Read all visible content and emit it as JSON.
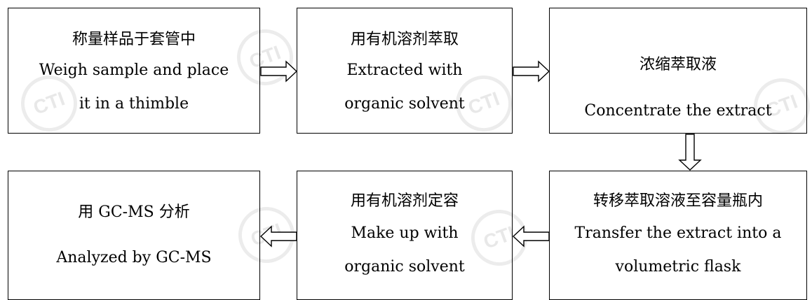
{
  "flowchart": {
    "steps": [
      {
        "zh": "称量样品于套管中",
        "en1": "Weigh sample and place",
        "en2": "it in a thimble"
      },
      {
        "zh": "用有机溶剂萃取",
        "en1": "Extracted with",
        "en2": "organic solvent"
      },
      {
        "zh": "浓缩萃取液",
        "en1": "Concentrate the extract"
      },
      {
        "zh": "转移萃取溶液至容量瓶内",
        "en1": "Transfer the extract into a",
        "en2": "volumetric flask"
      },
      {
        "zh": "用有机溶剂定容",
        "en1": "Make up with",
        "en2": "organic solvent"
      },
      {
        "zh": "用 GC-MS 分析",
        "en1": "Analyzed by GC-MS"
      }
    ],
    "watermark": "CTI"
  }
}
